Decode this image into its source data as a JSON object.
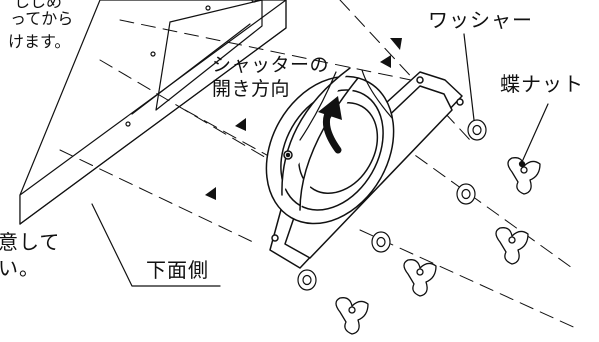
{
  "labels": {
    "top_left_line1": "ししめ",
    "top_left_line2": "ってから",
    "top_left_line3": "けます。",
    "washer": "ワッシャー",
    "wing_nut": "蝶ナット",
    "shutter_line1": "シャッターの",
    "shutter_line2": "開き方向",
    "bottom_left_line1": "意して",
    "bottom_left_line2": "い。",
    "bottom_side": "下面側"
  },
  "parts": [
    "vent-panel",
    "shutter-hood",
    "washer",
    "wing-nut"
  ],
  "colors": {
    "ink": "#111111",
    "paper": "#ffffff"
  }
}
